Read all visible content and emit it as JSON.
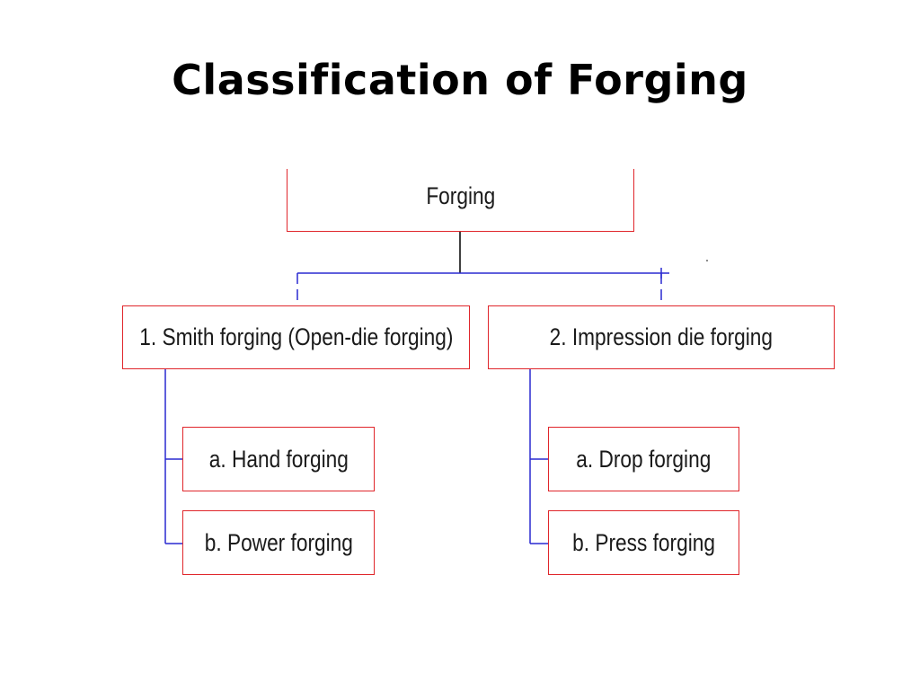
{
  "title": "Classification of Forging",
  "diagram": {
    "root": "Forging",
    "methods": [
      {
        "label": "1. Smith forging (Open-die forging)",
        "types": [
          "a. Hand forging",
          "b. Power forging"
        ]
      },
      {
        "label": "2. Impression die forging",
        "types": [
          "a. Drop forging",
          "b. Press forging"
        ]
      }
    ],
    "colors": {
      "box_border": "#e0262b",
      "connector_blue": "#2a2ad0",
      "connector_black": "#000000"
    }
  }
}
